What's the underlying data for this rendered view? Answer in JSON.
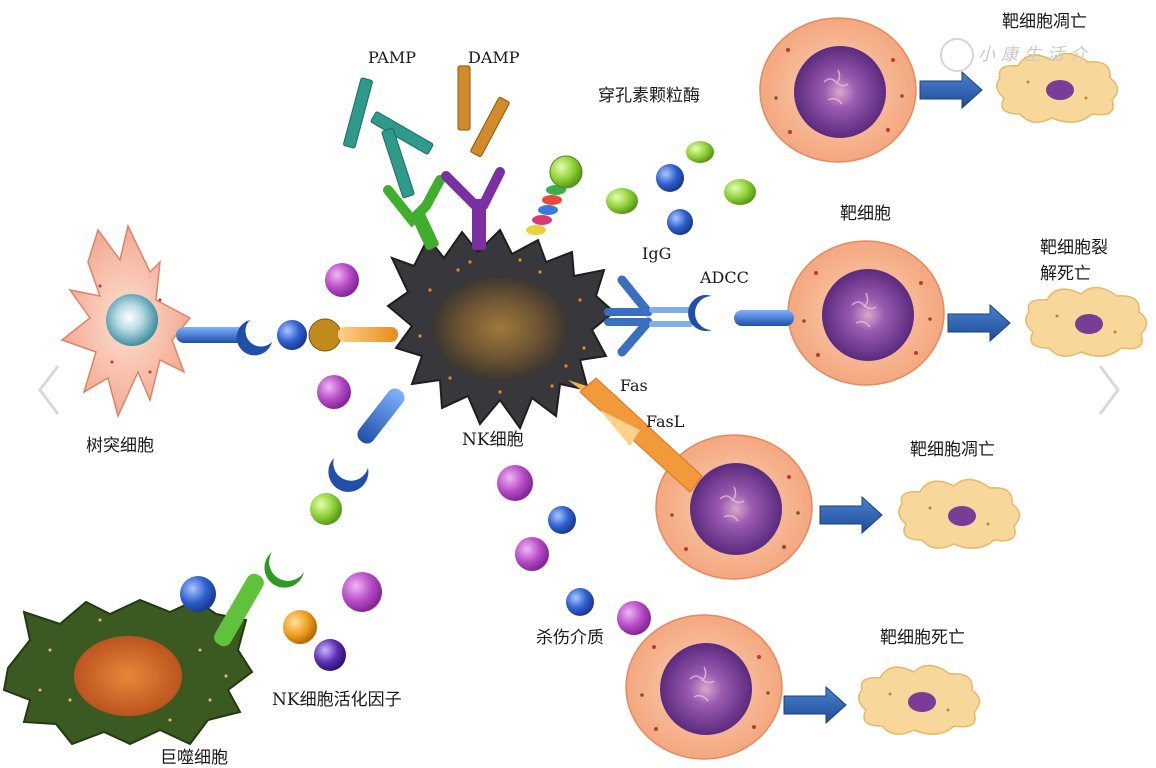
{
  "labels": {
    "pamp": "PAMP",
    "damp": "DAMP",
    "perforin": "穿孔素颗粒酶",
    "igg": "IgG",
    "adcc": "ADCC",
    "fas": "Fas",
    "fasl": "FasL",
    "dendritic": "树突细胞",
    "nk_cell": "NK细胞",
    "macrophage": "巨噬细胞",
    "nk_factor": "NK细胞活化因子",
    "killing_mediator": "杀伤介质",
    "target_cell": "靶细胞",
    "apoptosis_top": "靶细胞凋亡",
    "lysis_1": "靶细胞裂",
    "lysis_2": "解死亡",
    "apoptosis_mid": "靶细胞凋亡",
    "death": "靶细胞死亡"
  },
  "watermark": {
    "text": "小康生活介"
  },
  "icons": {
    "prev": "chevron-left-icon",
    "next": "chevron-right-icon"
  },
  "colors": {
    "cell_fill": "#f6b58c",
    "nucleus": "#7a3c97",
    "nk_body": "#3b3b3e",
    "arrow": "#2f63a8",
    "dead_cell": "#f8d89a"
  }
}
